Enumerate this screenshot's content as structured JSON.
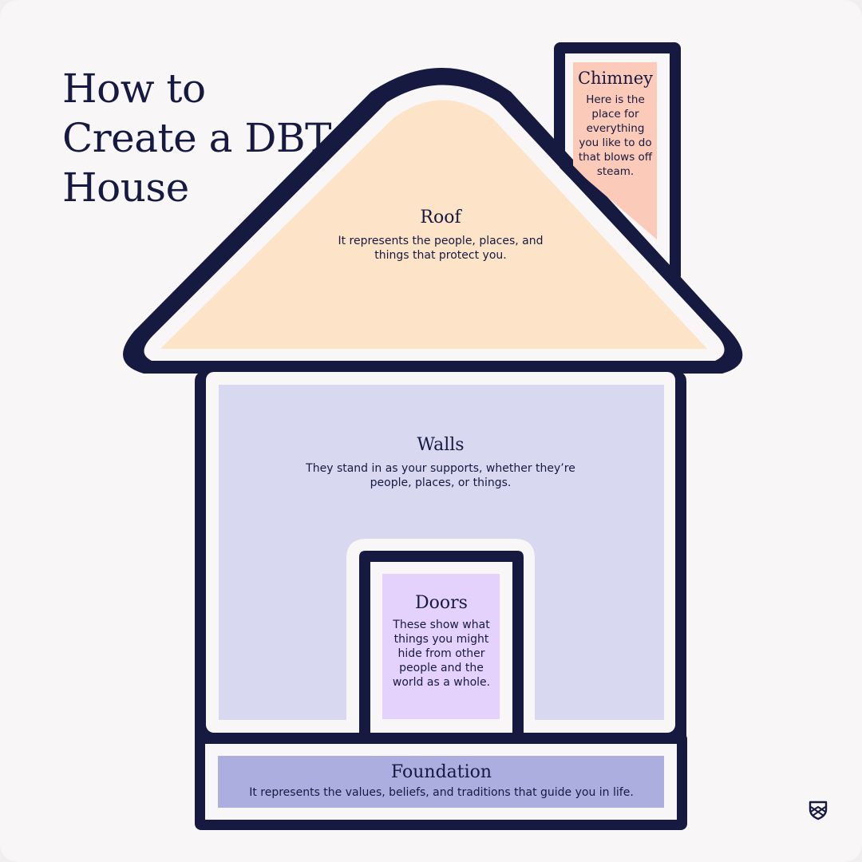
{
  "title": "How to Create a DBT House",
  "chimney": {
    "heading": "Chimney",
    "text": "Here is the place for everything you like to do that blows off steam."
  },
  "roof": {
    "heading": "Roof",
    "text": "It represents the people, places, and things that protect you."
  },
  "walls": {
    "heading": "Walls",
    "text": "They stand in as your supports, whether they’re people, places, or things."
  },
  "doors": {
    "heading": "Doors",
    "text": "These show what things you might hide from other people and the world as a whole."
  },
  "foundation": {
    "heading": "Foundation",
    "text": "It represents the values, beliefs, and traditions that guide you in life."
  },
  "icons": {
    "logo": "shield-icon"
  },
  "colors": {
    "background": "#f8f6f6",
    "outline": "#161a40",
    "roof_fill": "#fde3c8",
    "chimney_fill": "#fbcab9",
    "walls_fill": "#d8d8f0",
    "doors_fill": "#e5d2fc",
    "foundation_fill": "#acaee0"
  }
}
